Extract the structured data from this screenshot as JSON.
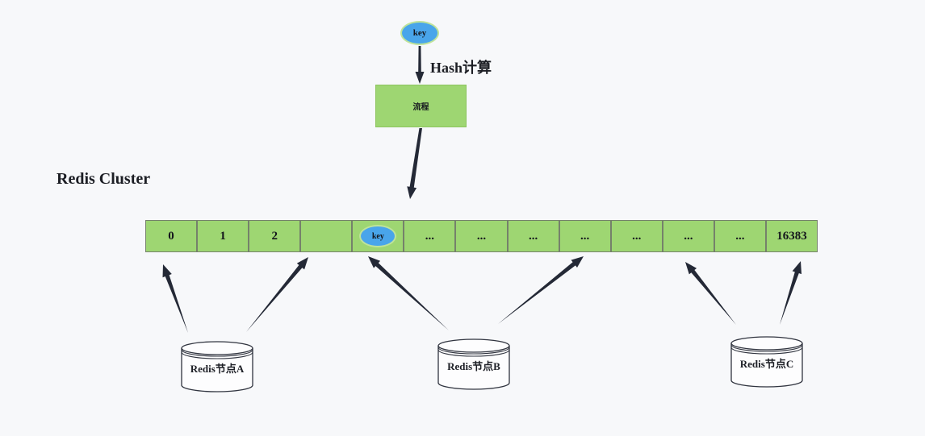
{
  "page": {
    "background": "#f7f8fa"
  },
  "colors": {
    "slot_green": "#9ed672",
    "slot_border": "#75816b",
    "key_blue": "#49a5ea",
    "key_border": "#bfe39a",
    "arrow": "#242936",
    "text": "#16181f"
  },
  "flow": {
    "key_label": "key",
    "hash_label": "Hash计算",
    "process_label": "流程"
  },
  "cluster": {
    "title": "Redis Cluster",
    "slot_key_label": "key",
    "key_slot_index": 4,
    "slots": [
      "0",
      "1",
      "2",
      "",
      "",
      "...",
      "...",
      "...",
      "...",
      "...",
      "...",
      "...",
      "16383"
    ]
  },
  "nodes": [
    {
      "label": "Redis节点A"
    },
    {
      "label": "Redis节点B"
    },
    {
      "label": "Redis节点C"
    }
  ]
}
